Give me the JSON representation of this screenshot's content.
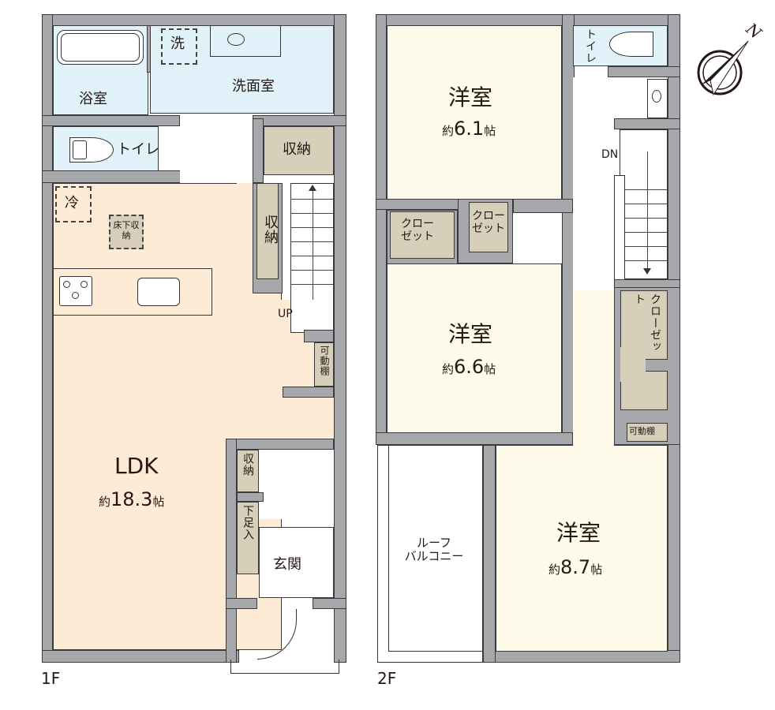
{
  "floors": [
    {
      "label": "1F",
      "rooms": {
        "bathroom": {
          "name": "浴室"
        },
        "washroom": {
          "name": "洗面室",
          "washer_mark": "洗"
        },
        "toilet": {
          "name": "トイレ"
        },
        "storage_a": {
          "name": "収納"
        },
        "storage_b": {
          "name": "収納"
        },
        "storage_c": {
          "name": "収納"
        },
        "underfloor_storage": {
          "name": "床下収納"
        },
        "fridge_mark": {
          "name": "冷"
        },
        "ldk": {
          "name": "LDK",
          "area_prefix": "約",
          "area_value": "18.3",
          "area_unit": "帖"
        },
        "adjustable_shelf": {
          "name": "可動棚"
        },
        "shoe_box": {
          "name": "下足入"
        },
        "entrance": {
          "name": "玄関"
        }
      },
      "stairs": {
        "direction_label": "UP"
      }
    },
    {
      "label": "2F",
      "rooms": {
        "western_1": {
          "name": "洋室",
          "area_prefix": "約",
          "area_value": "6.1",
          "area_unit": "帖"
        },
        "western_2": {
          "name": "洋室",
          "area_prefix": "約",
          "area_value": "6.6",
          "area_unit": "帖"
        },
        "western_3": {
          "name": "洋室",
          "area_prefix": "約",
          "area_value": "8.7",
          "area_unit": "帖"
        },
        "closet_a": {
          "name": "クローゼット",
          "line1": "クロー",
          "line2": "ゼット"
        },
        "closet_b": {
          "name": "クローゼット",
          "line1": "クロー",
          "line2": "ゼット"
        },
        "closet_c": {
          "name": "クローゼット"
        },
        "adjustable_shelf": {
          "name": "可動棚"
        },
        "toilet": {
          "name": "トイレ"
        },
        "roof_balcony": {
          "name": "ルーフバルコニー",
          "line1": "ルーフ",
          "line2": "バルコニー"
        }
      },
      "stairs": {
        "direction_label": "DN"
      }
    }
  ],
  "compass": {
    "label": "N",
    "icon": "north-arrow-icon"
  },
  "colors": {
    "wall": "#a7a8ab",
    "wet_area": "#e1f2fb",
    "ldk": "#fdebd6",
    "western_room": "#fefbea",
    "storage": "#d8cfbb",
    "line": "#3a3a3a"
  }
}
